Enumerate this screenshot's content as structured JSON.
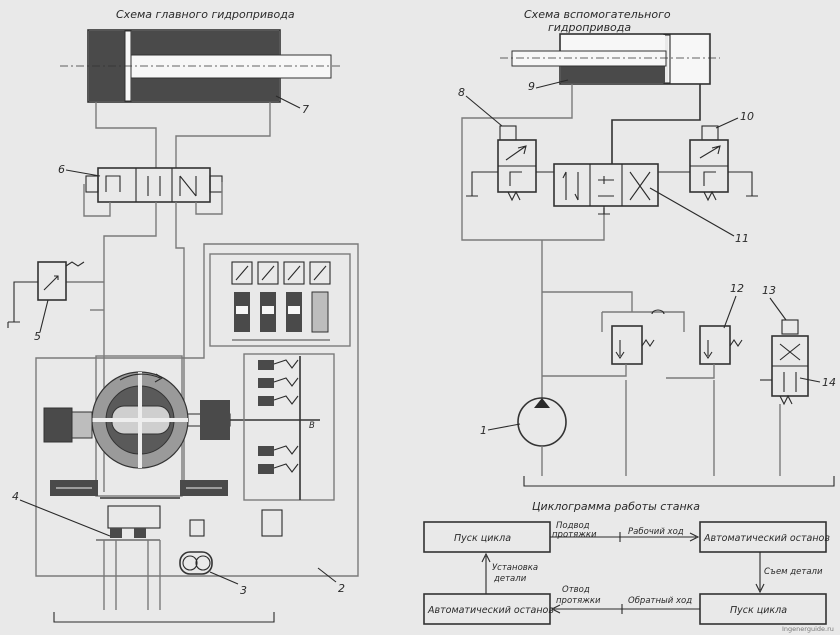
{
  "titles": {
    "main_drive": "Схема главного гидропривода",
    "aux_drive_line1": "Схема вспомогательного",
    "aux_drive_line2": "гидропривода",
    "cyclogram": "Циклограмма работы станка"
  },
  "numbers": {
    "n1": "1",
    "n2": "2",
    "n3": "3",
    "n4": "4",
    "n5": "5",
    "n6": "6",
    "n7": "7",
    "n8": "8",
    "n9": "9",
    "n10": "10",
    "n11": "11",
    "n12": "12",
    "n13": "13",
    "n14": "14"
  },
  "cyclogram": {
    "boxes": {
      "start_top": "Пуск цикла",
      "auto_stop_top": "Автоматический останов",
      "auto_stop_bottom": "Автоматический останов",
      "start_bottom": "Пуск цикла"
    },
    "labels": {
      "feed_line1": "Подвод",
      "feed_line2": "протяжки",
      "work_stroke": "Рабочий ход",
      "remove_part": "Съем детали",
      "retract_line1": "Отвод",
      "retract_line2": "протяжки",
      "return_stroke": "Обратный ход",
      "install_line1": "Установка",
      "install_line2": "детали"
    }
  },
  "watermark": "Ingenerguide.ru"
}
